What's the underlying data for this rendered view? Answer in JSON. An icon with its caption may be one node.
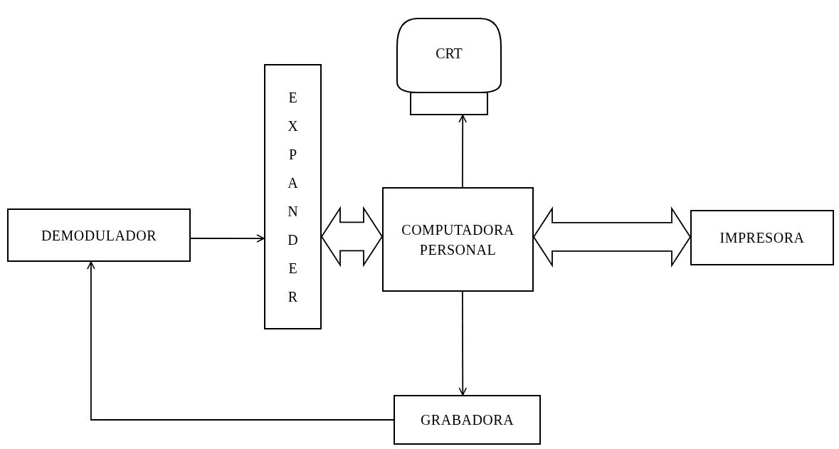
{
  "diagram": {
    "nodes": [
      {
        "text": [
          "CRT"
        ]
      },
      {
        "text": [
          "EXPANDER"
        ]
      },
      {
        "text": [
          "DEMODULADOR"
        ]
      },
      {
        "text": [
          "COMPUTADORA PERSONAL"
        ]
      },
      {
        "text": [
          "IMPRESORA"
        ]
      },
      {
        "text": [
          "GRABADORA"
        ]
      }
    ],
    "edges": [
      {
        "from": 3,
        "to": 0,
        "arrow": "to"
      },
      {
        "from": 2,
        "to": 1,
        "arrow": "to"
      },
      {
        "from": 1,
        "to": 3,
        "arrow": "both",
        "style": "thick"
      },
      {
        "from": 3,
        "to": 4,
        "arrow": "both",
        "style": "thick"
      },
      {
        "from": 3,
        "to": 5,
        "arrow": "to"
      },
      {
        "from": 5,
        "to": 2,
        "arrow": "to"
      }
    ]
  }
}
